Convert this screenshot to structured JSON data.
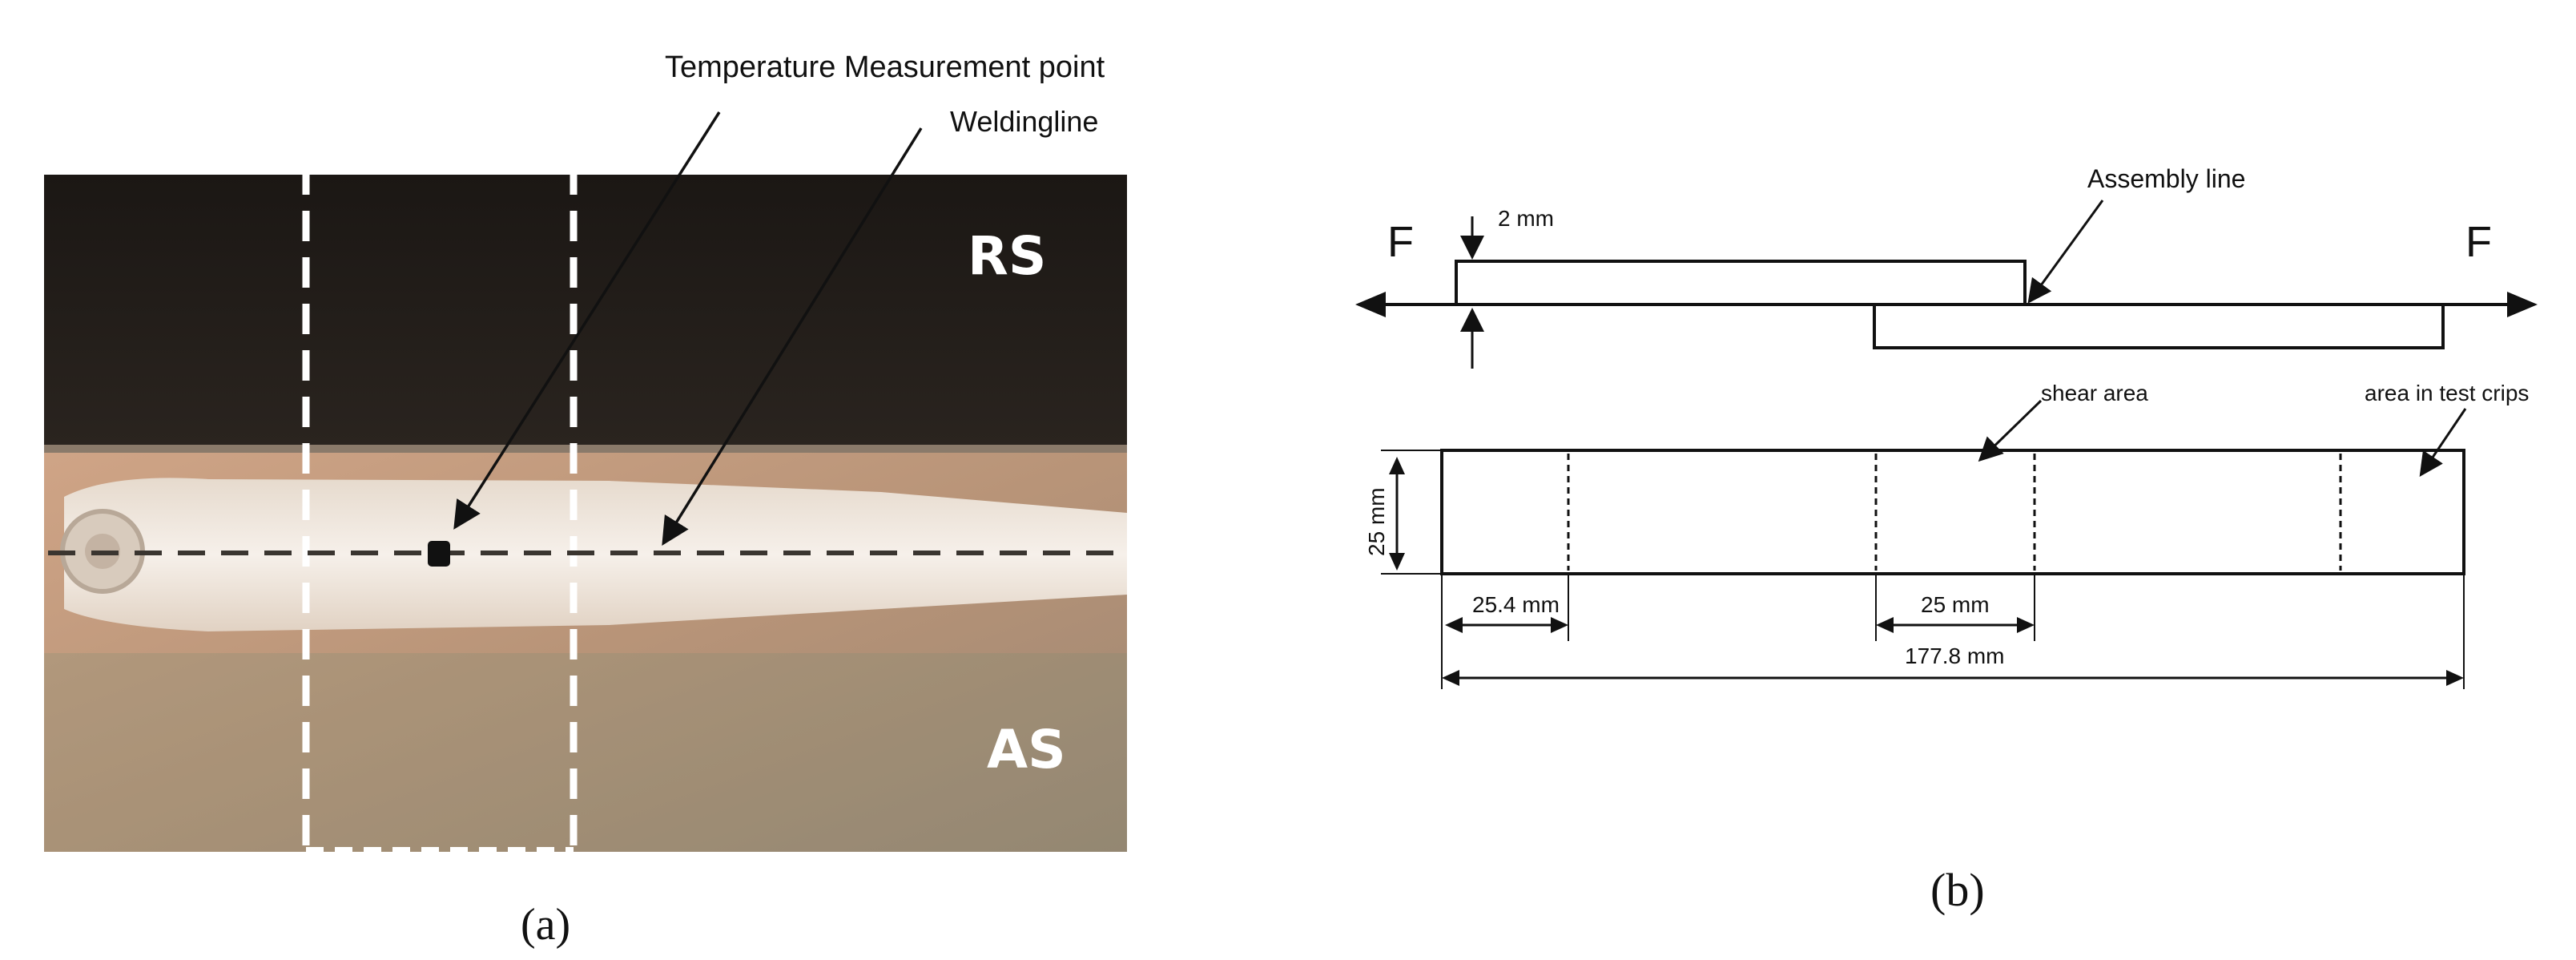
{
  "panel_a": {
    "caption": "(a)",
    "label_temperature_point": "Temperature Measurement point",
    "label_welding_line": "Weldingline",
    "side_rs": "RS",
    "side_as": "AS"
  },
  "panel_b": {
    "caption": "(b)",
    "force_left": "F",
    "force_right": "F",
    "thickness": "2 mm",
    "assembly_line": "Assembly line",
    "shear_area": "shear area",
    "grip_area": "area in test crips",
    "width": "25 mm",
    "grip_length": "25.4 mm",
    "overlap_length": "25 mm",
    "total_length": "177.8 mm"
  },
  "colors": {
    "plate_dark": "#1a1410",
    "plate_light": "#c8a48a",
    "weld_bead": "#efe6dc",
    "ink": "#111111"
  }
}
